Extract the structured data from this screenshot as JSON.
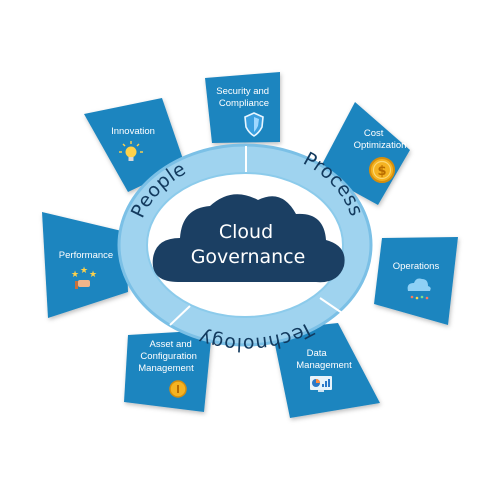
{
  "center": {
    "line1": "Cloud",
    "line2": "Governance"
  },
  "ring": {
    "people": "People",
    "process": "Process",
    "technology": "Technology"
  },
  "segments": [
    {
      "lines": [
        "Security and",
        "Compliance"
      ],
      "icon": "shield-icon"
    },
    {
      "lines": [
        "Cost",
        "Optimization"
      ],
      "icon": "dollar-coin-icon"
    },
    {
      "lines": [
        "Operations"
      ],
      "icon": "cloud-rain-icon"
    },
    {
      "lines": [
        "Data",
        "Management"
      ],
      "icon": "chart-monitor-icon"
    },
    {
      "lines": [
        "Asset and",
        "Configuration",
        "Management"
      ],
      "icon": "coin-icon"
    },
    {
      "lines": [
        "Performance"
      ],
      "icon": "stars-hand-icon"
    },
    {
      "lines": [
        "Innovation"
      ],
      "icon": "lightbulb-icon"
    }
  ],
  "colors": {
    "segment": "#1f85bf",
    "segment_edge": "#155f8c",
    "ring": "#9fd3ef",
    "ring_dark": "#7bc0e6",
    "cloud": "#1b3f63",
    "text_dark": "#123a5e",
    "coin": "#f5b320"
  }
}
